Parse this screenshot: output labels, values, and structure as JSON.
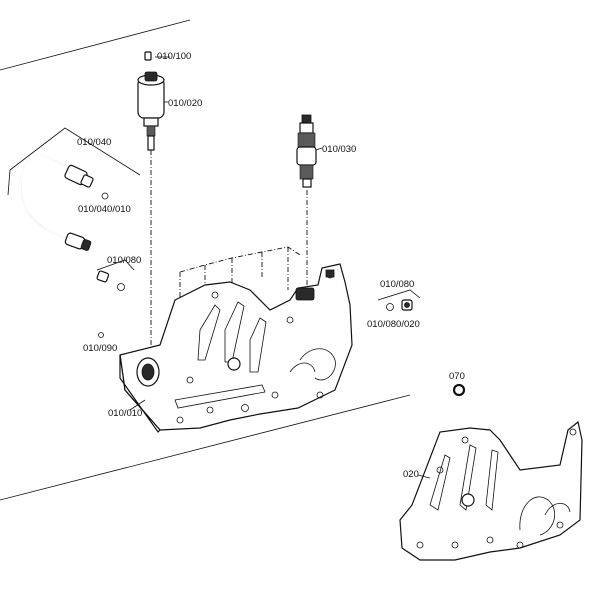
{
  "labels": {
    "p010_100": "010/100",
    "p010_020": "010/020",
    "p010_040": "010/040",
    "p010_030": "010/030",
    "p010_040_010": "010/040/010",
    "p010_080_left": "010/080",
    "p010_080_right": "010/080",
    "p010_080_020": "010/080/020",
    "p010_090": "010/090",
    "p010_010": "010/010",
    "p070": "070",
    "p020": "020"
  }
}
